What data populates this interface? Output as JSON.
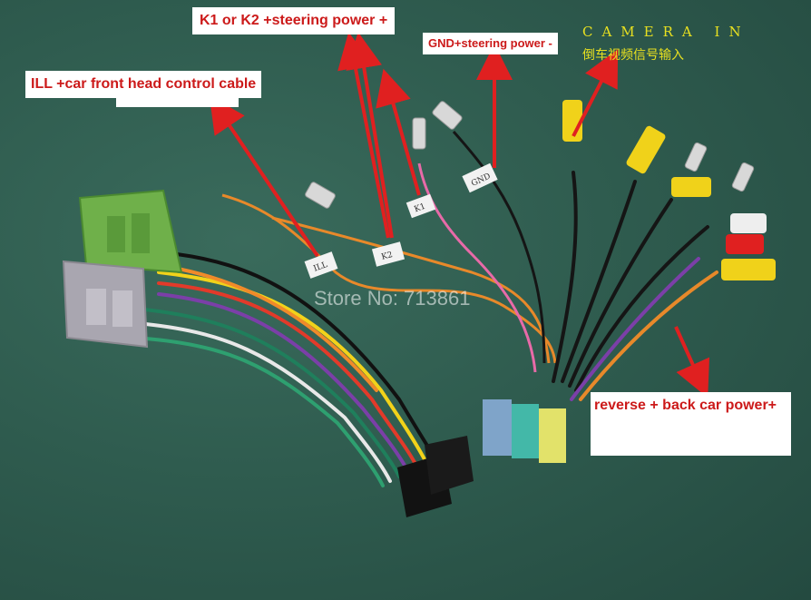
{
  "labels": {
    "k1k2": "K1 or K2 +steering power +",
    "ill": "ILL +car front head control cable",
    "gnd": "GND+steering power -",
    "camera": "CAMERA IN",
    "camera_cn": "倒车视频信号输入",
    "reverse": "reverse + back car power+"
  },
  "watermark": "Store No: 713861",
  "wire_tags": {
    "ill": "ILL",
    "k2": "K2",
    "k1": "K1",
    "gnd": "GND"
  },
  "colors": {
    "background": "#2e5a4e",
    "label_text": "#cc1a1a",
    "camera_text": "#e8e020",
    "arrow": "#e02020",
    "green_connector": "#6fb04a",
    "grey_connector": "#a9a6b0"
  }
}
